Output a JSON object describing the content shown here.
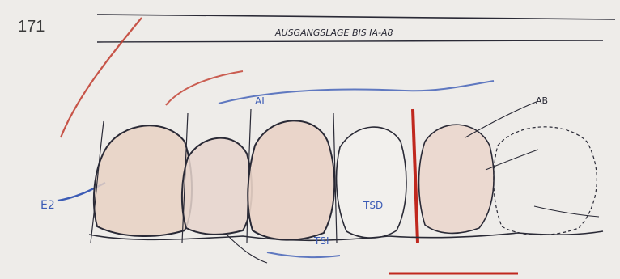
{
  "figure": {
    "page_number": "171",
    "handwritten_header": "AUSGANGSLAGE BIS IA-A8",
    "colors": {
      "background": "#eeece9",
      "pencil": "#2a2a36",
      "annotation_red": "#c0392b",
      "annotation_blue": "#3b5bb5",
      "tooth_shade": "#e8d2c3",
      "axis_red": "#c0281e"
    },
    "annotations": {
      "e2_label": "E2",
      "ai_label": "AI",
      "tsd_label": "TSD",
      "tsi_label": "TSI",
      "ab_label": "AB"
    }
  }
}
